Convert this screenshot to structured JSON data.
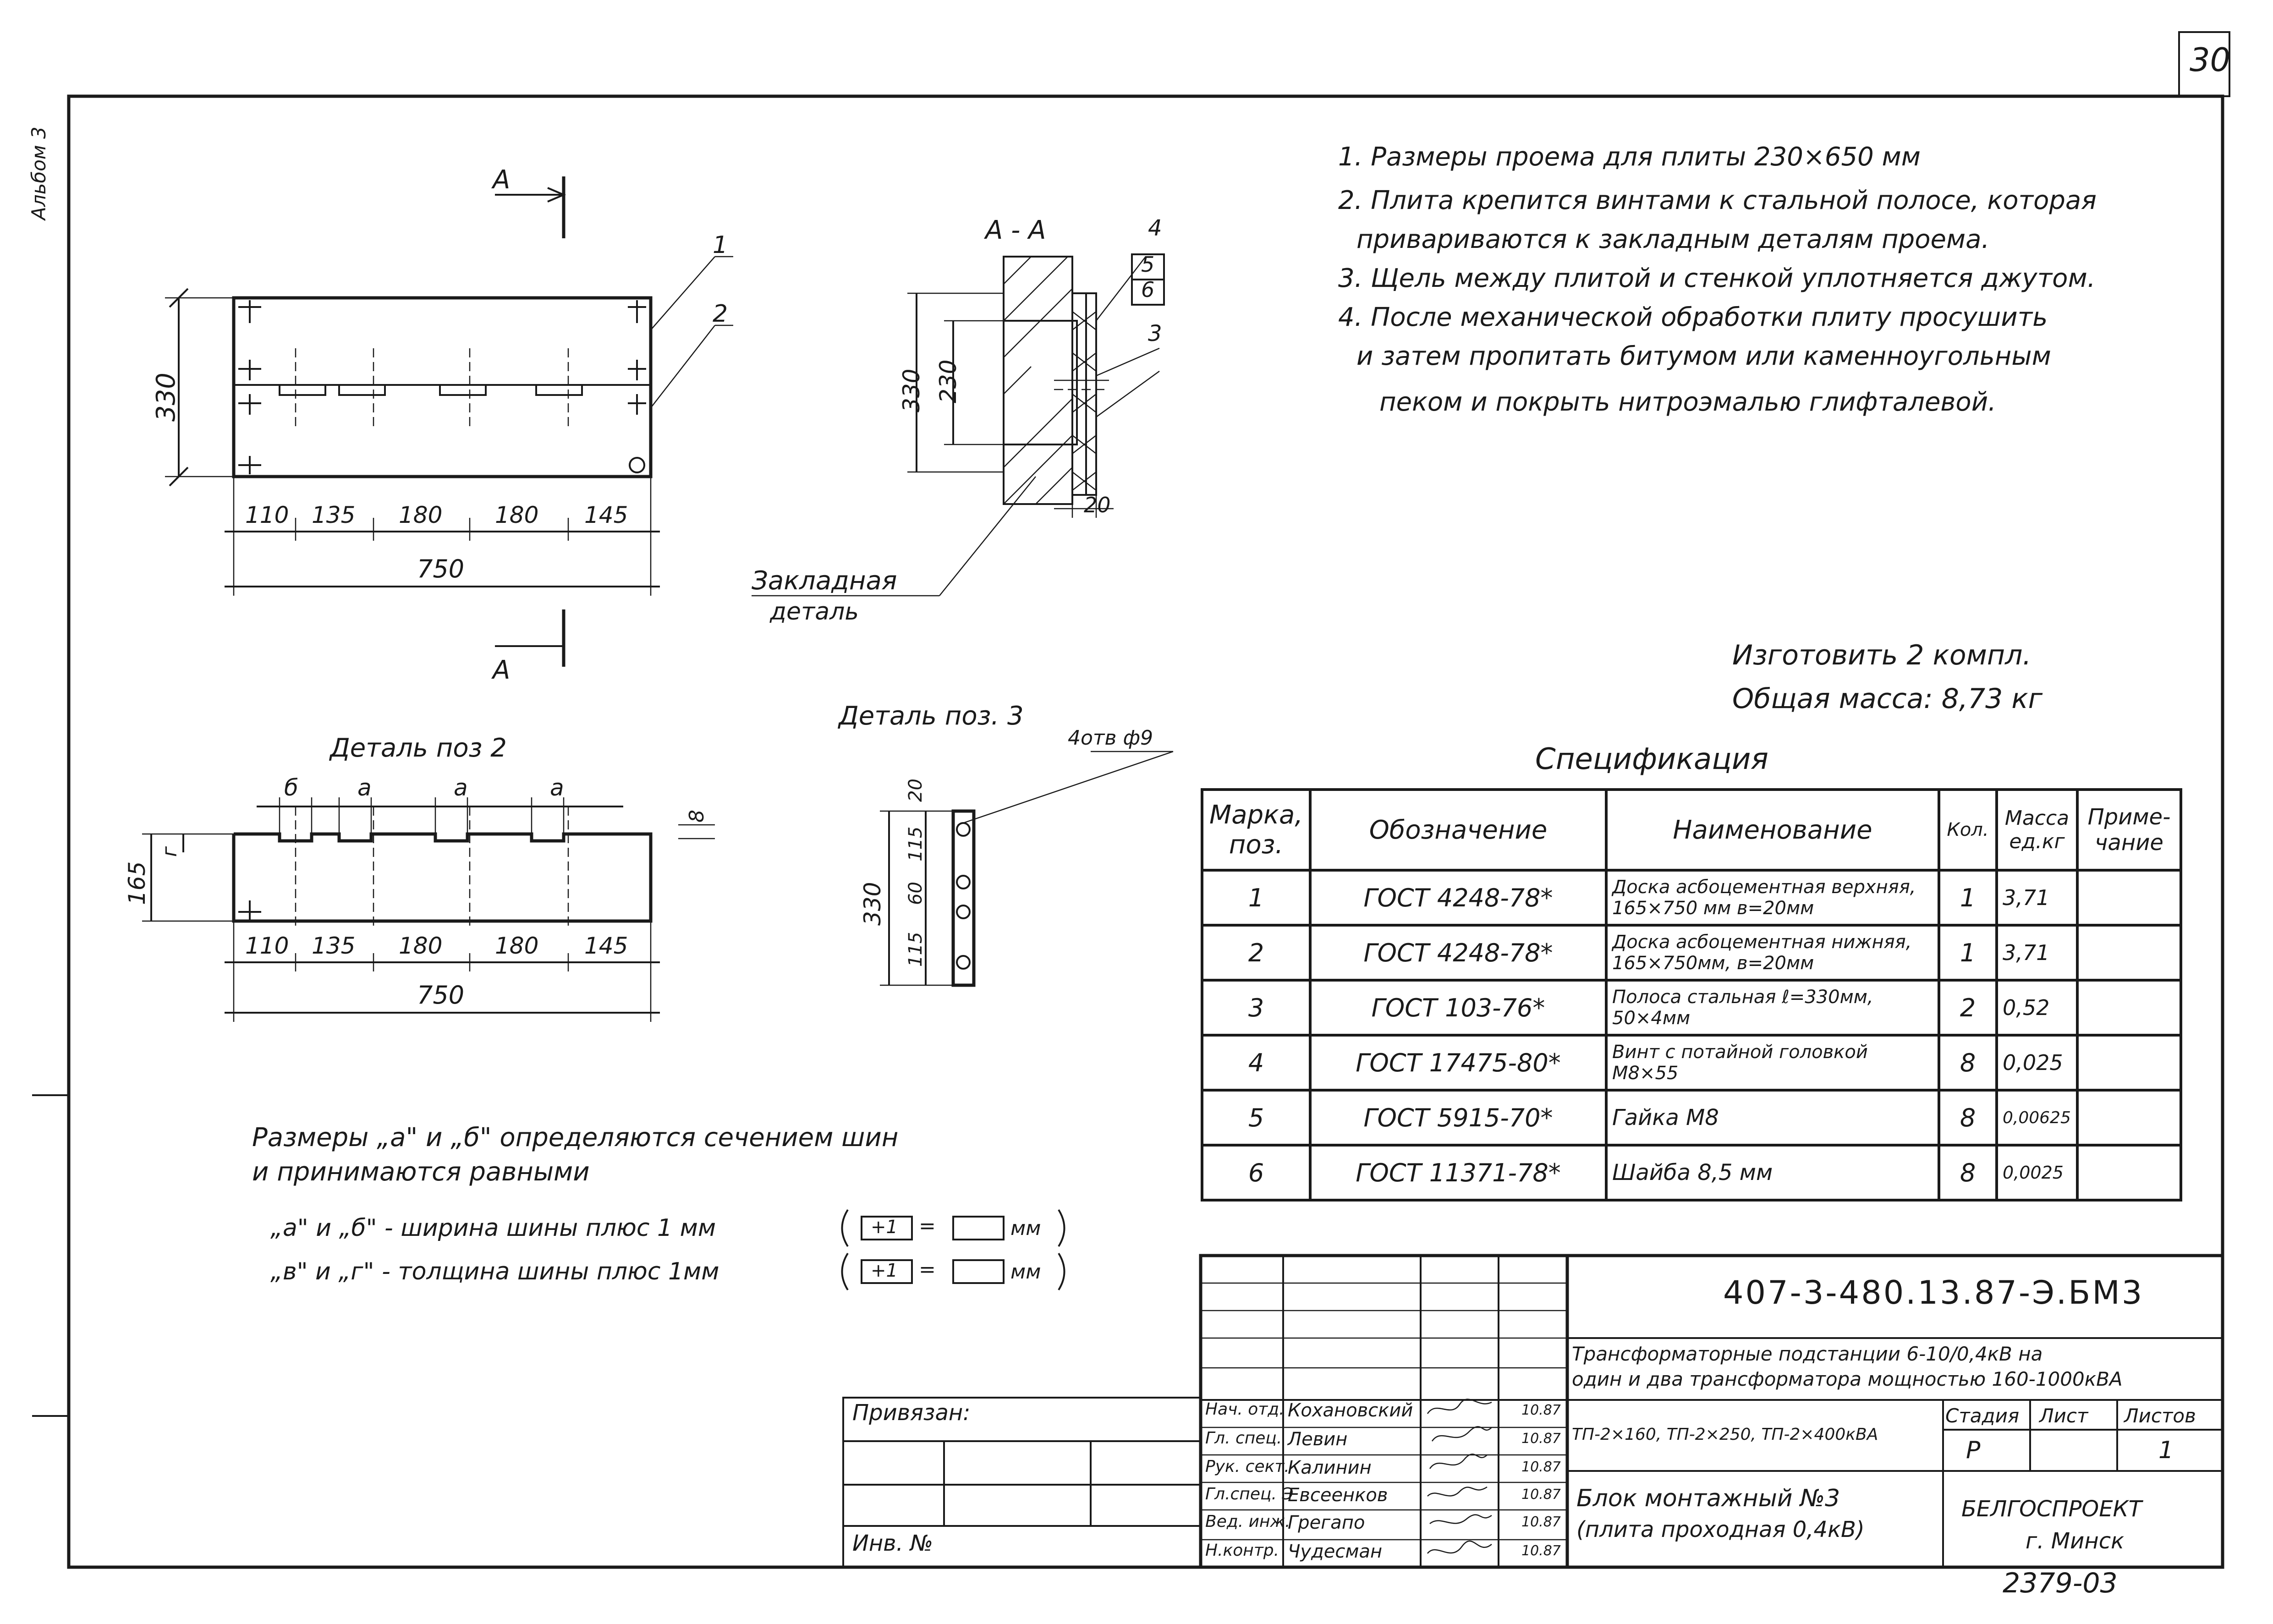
{
  "page": {
    "sheet_number": "30",
    "album_label": "Альбом 3",
    "archive_number": "2379-03"
  },
  "notes": [
    "1. Размеры проема для плиты 230×650 мм",
    "2. Плита крепится винтами к стальной полосе, которая",
    "привариваются к закладным деталям проема.",
    "3. Щель между плитой и стенкой уплотняется джутом.",
    "4. После механической обработки плиту просушить",
    "и затем пропитать битумом или каменноугольным",
    "пеком и покрыть нитроэмалью глифталевой."
  ],
  "manufacture": {
    "make_label": "Изготовить  2  компл.",
    "mass_label": "Общая  масса: 8,73 кг"
  },
  "views": {
    "plan": {
      "section_mark": "А",
      "height_dim": "330",
      "dims": [
        "110",
        "135",
        "180",
        "180",
        "145"
      ],
      "total_dim": "750",
      "callouts": [
        "1",
        "2"
      ]
    },
    "section": {
      "title": "А - А",
      "dim_330": "330",
      "dim_230": "230",
      "dim_20": "20",
      "callouts": [
        "4",
        "5",
        "6",
        "3"
      ],
      "embedded_label_1": "Закладная",
      "embedded_label_2": "деталь"
    },
    "detail2": {
      "title": "Деталь    поз 2",
      "top_labels": [
        "б",
        "а",
        "а",
        "а"
      ],
      "height_dim": "165",
      "side_dim_small": "г",
      "side_dim_right": "8",
      "dims": [
        "110",
        "135",
        "180",
        "180",
        "145"
      ],
      "total_dim": "750"
    },
    "detail3": {
      "title": "Деталь  поз. 3",
      "holes_label": "4отв ф9",
      "height_dim": "330",
      "dims": [
        "20",
        "115",
        "60",
        "115"
      ]
    }
  },
  "remark": {
    "line1": "Размеры „а\" и „б\"  определяются  сечением  шин",
    "line2": "и принимаются  равными",
    "line3_a": "„а\" и „б\" - ширина  шины  плюс 1 мм",
    "line3_plus": "+1",
    "line3_unit": "мм",
    "line4_a": "„в\" и „г\" - толщина шины  плюс 1мм",
    "line4_plus": "+1",
    "line4_unit": "мм"
  },
  "spec": {
    "title": "Спецификация",
    "headers": [
      "Марка, поз.",
      "Обозначение",
      "Наименование",
      "Кол.",
      "Масса ед.кг",
      "Приме-чание"
    ],
    "rows": [
      {
        "pos": "1",
        "designation": "ГОСТ 4248-78*",
        "name": "Доска асбоцементная верхняя, 165×750 мм в=20мм",
        "qty": "1",
        "mass": "3,71",
        "note": ""
      },
      {
        "pos": "2",
        "designation": "ГОСТ 4248-78*",
        "name": "Доска асбоцементная нижняя, 165×750мм, в=20мм",
        "qty": "1",
        "mass": "3,71",
        "note": ""
      },
      {
        "pos": "3",
        "designation": "ГОСТ 103-76*",
        "name": "Полоса стальная ℓ=330мм, 50×4мм",
        "qty": "2",
        "mass": "0,52",
        "note": ""
      },
      {
        "pos": "4",
        "designation": "ГОСТ 17475-80*",
        "name": "Винт с потайной головкой М8×55",
        "qty": "8",
        "mass": "0,025",
        "note": ""
      },
      {
        "pos": "5",
        "designation": "ГОСТ 5915-70*",
        "name": "Гайка  М8",
        "qty": "8",
        "mass": "0,00625",
        "note": ""
      },
      {
        "pos": "6",
        "designation": "ГОСТ 11371-78*",
        "name": "Шайба  8,5 мм",
        "qty": "8",
        "mass": "0,0025",
        "note": ""
      }
    ]
  },
  "title_block": {
    "doc_code": "407-3-480.13.87-Э.БМ3",
    "project_title_1": "Трансформаторные подстанции 6-10/0,4кВ на",
    "project_title_2": "один и два трансформатора мощностью 160-1000кВА",
    "variant": "ТП-2×160, ТП-2×250, ТП-2×400кВА",
    "sheet_title_1": "Блок  монтажный  №3",
    "sheet_title_2": "(плита  проходная 0,4кВ)",
    "stage_header": "Стадия",
    "sheet_header": "Лист",
    "sheets_header": "Листов",
    "stage": "Р",
    "sheets_total": "1",
    "organization_1": "БЕЛГОСПРОЕКТ",
    "organization_2": "г. Минск",
    "binding_label": "Привязан:",
    "inv_label": "Инв. №",
    "signatures": [
      {
        "role": "Нач. отд.",
        "name": "Кохановский",
        "date": "10.87"
      },
      {
        "role": "Гл. спец.",
        "name": "Левин",
        "date": "10.87"
      },
      {
        "role": "Рук. сект.",
        "name": "Калинин",
        "date": "10.87"
      },
      {
        "role": "Гл.спец. Э",
        "name": "Евсеенков",
        "date": "10.87"
      },
      {
        "role": "Вед. инж.",
        "name": "Грегапо",
        "date": "10.87"
      },
      {
        "role": "Н.контр.",
        "name": "Чудесман",
        "date": "10.87"
      }
    ]
  }
}
